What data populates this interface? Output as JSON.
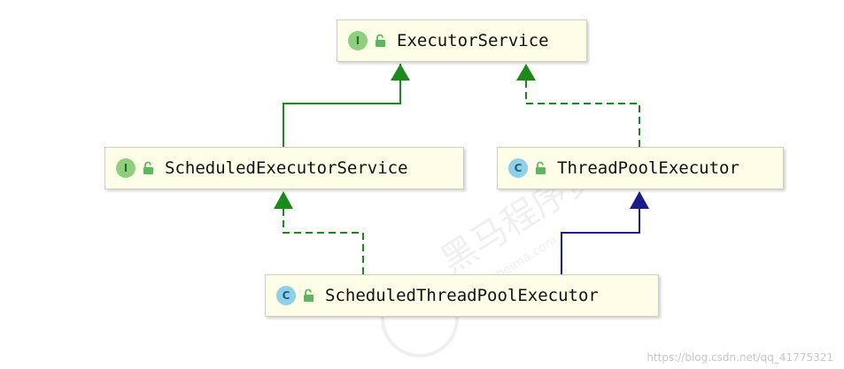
{
  "diagram": {
    "nodes": [
      {
        "id": "executor-service",
        "kind": "interface",
        "kind_letter": "I",
        "label": "ExecutorService"
      },
      {
        "id": "scheduled-executor-service",
        "kind": "interface",
        "kind_letter": "I",
        "label": "ScheduledExecutorService"
      },
      {
        "id": "thread-pool-executor",
        "kind": "class",
        "kind_letter": "C",
        "label": "ThreadPoolExecutor"
      },
      {
        "id": "scheduled-thread-pool-executor",
        "kind": "class",
        "kind_letter": "C",
        "label": "ScheduledThreadPoolExecutor"
      }
    ],
    "edges": [
      {
        "from": "scheduled-executor-service",
        "to": "executor-service",
        "style": "solid",
        "color": "#1a8a1a"
      },
      {
        "from": "thread-pool-executor",
        "to": "executor-service",
        "style": "dashed",
        "color": "#1a8a1a"
      },
      {
        "from": "scheduled-thread-pool-executor",
        "to": "scheduled-executor-service",
        "style": "dashed",
        "color": "#1a8a1a"
      },
      {
        "from": "scheduled-thread-pool-executor",
        "to": "thread-pool-executor",
        "style": "solid",
        "color": "#1b1b8a"
      }
    ]
  },
  "colors": {
    "interface_badge": "#8dcf7d",
    "class_badge": "#8ed0e6",
    "node_fill": "#fdfde8",
    "lock": "#5cb85c"
  },
  "icons": {
    "interface": "interface-icon",
    "class": "class-icon",
    "lock": "unlock-icon"
  },
  "watermark": {
    "text": "https://blog.csdn.net/qq_41775321",
    "stamp_text": "黑马程序员",
    "stamp_subtext": "www.itheima.com"
  }
}
